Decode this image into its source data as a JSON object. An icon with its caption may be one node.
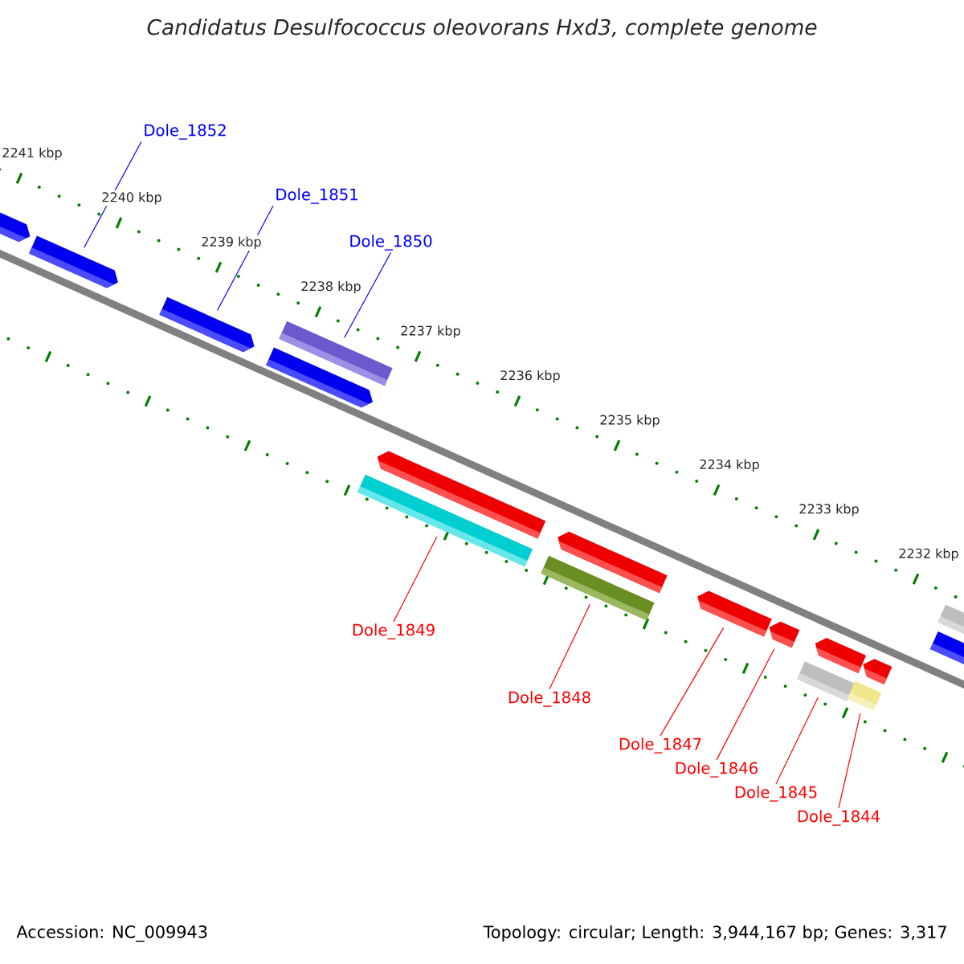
{
  "diagram": {
    "title": "Candidatus Desulfococcus oleovorans Hxd3, complete genome",
    "nodes": [
      {
        "text": [
          "Dole_1852"
        ]
      },
      {
        "text": [
          "Dole_1851"
        ]
      },
      {
        "text": [
          "Dole_1850"
        ]
      },
      {
        "text": [
          "Dole_1849"
        ]
      },
      {
        "text": [
          "Dole_1848"
        ]
      },
      {
        "text": [
          "Dole_1847"
        ]
      },
      {
        "text": [
          "Dole_1846"
        ]
      },
      {
        "text": [
          "Dole_1845"
        ]
      },
      {
        "text": [
          "Dole_1844"
        ]
      },
      {
        "text": [],
        "shape": "bar"
      },
      {
        "text": [],
        "shape": "bar"
      },
      {
        "text": [],
        "shape": "bar"
      },
      {
        "text": [],
        "shape": "bar"
      },
      {
        "text": [],
        "shape": "bar"
      },
      {
        "text": [],
        "shape": "bar"
      },
      {
        "text": [],
        "shape": "bar"
      },
      {
        "text": [],
        "shape": "bar"
      },
      {
        "text": [],
        "shape": "bar"
      },
      {
        "text": [],
        "shape": "bar"
      },
      {
        "text": [],
        "shape": "bar"
      },
      {
        "text": [],
        "shape": "bar"
      },
      {
        "text": [],
        "shape": "bar"
      },
      {
        "text": [],
        "shape": "bar"
      },
      {
        "text": [],
        "shape": "bar"
      },
      {
        "text": [],
        "shape": "bar"
      },
      {
        "text": [],
        "shape": "bar"
      }
    ],
    "edges": [
      {
        "from": 0,
        "to": 10,
        "arrow": "none",
        "color": "#0000ff"
      },
      {
        "from": 1,
        "to": 11,
        "arrow": "none",
        "color": "#0000ff"
      },
      {
        "from": 2,
        "to": 12,
        "arrow": "none",
        "color": "#0000ff"
      },
      {
        "from": 3,
        "to": 15,
        "arrow": "none"
      },
      {
        "from": 4,
        "to": 17,
        "arrow": "none"
      },
      {
        "from": 5,
        "to": 18,
        "arrow": "none"
      },
      {
        "from": 6,
        "to": 19,
        "arrow": "none"
      },
      {
        "from": 7,
        "to": 22,
        "arrow": "none"
      },
      {
        "from": 8,
        "to": 23,
        "arrow": "none"
      }
    ],
    "labels": [
      "2241 kbp",
      "2240 kbp",
      "2239 kbp",
      "2238 kbp",
      "2237 kbp",
      "2236 kbp",
      "2235 kbp",
      "2234 kbp",
      "2233 kbp",
      "2232 kbp",
      "Accession: NC_009943",
      "Topology: circular; Length: 3,944,167 bp; Genes: 3,317"
    ]
  }
}
